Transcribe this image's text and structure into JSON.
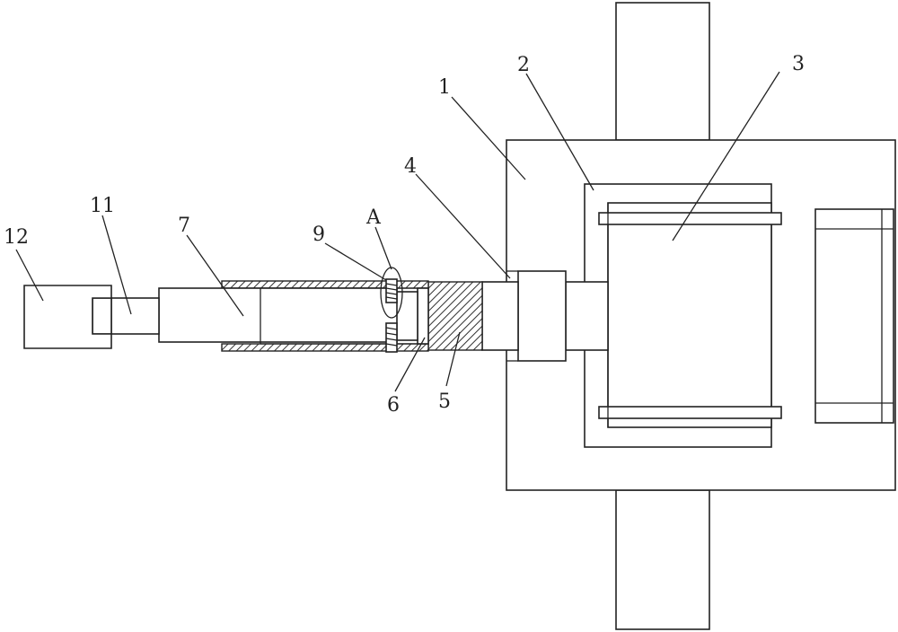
{
  "labels": {
    "l1": "1",
    "l2": "2",
    "l3": "3",
    "l4": "4",
    "l5": "5",
    "l6": "6",
    "l7": "7",
    "l9": "9",
    "lA": "A",
    "l11": "11",
    "l12": "12"
  },
  "colors": {
    "line": "#222222",
    "background": "#ffffff"
  }
}
